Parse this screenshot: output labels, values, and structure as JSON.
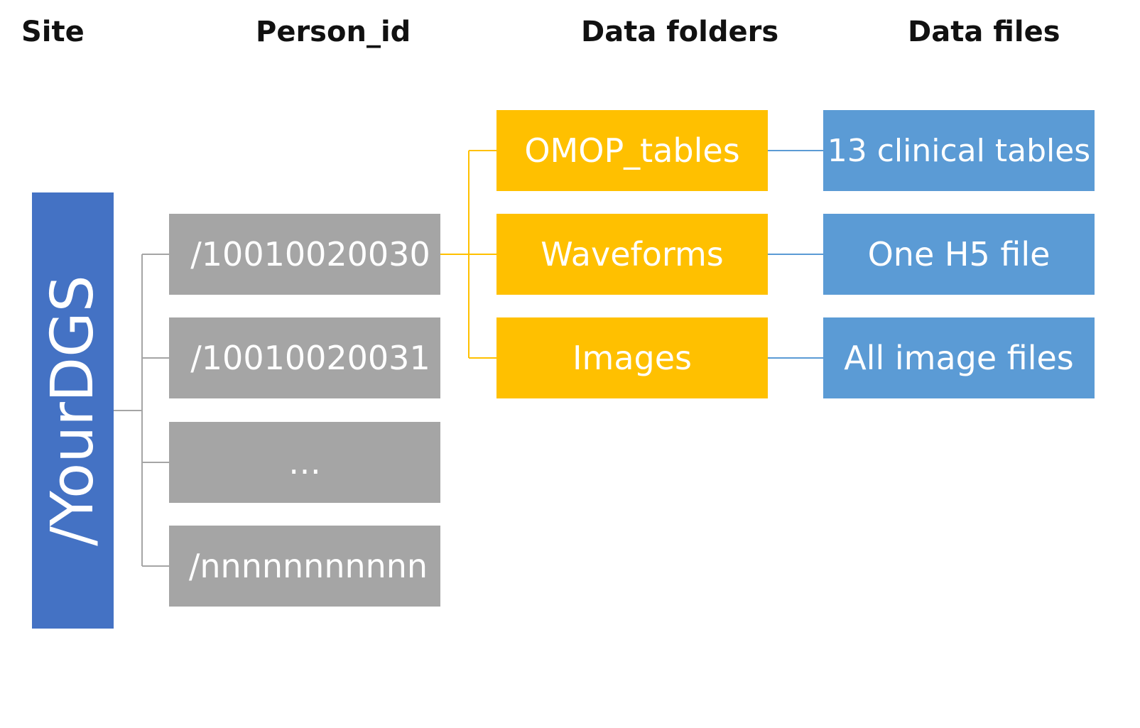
{
  "headers": {
    "site": "Site",
    "person_id": "Person_id",
    "data_folders": "Data folders",
    "data_files": "Data files"
  },
  "site": {
    "label": "/YourDGS"
  },
  "persons": [
    "/10010020030",
    "/10010020031",
    "…",
    "/nnnnnnnnnnn"
  ],
  "folders": [
    "OMOP_tables",
    "Waveforms",
    "Images"
  ],
  "files": [
    "13 clinical tables",
    "One H5 file",
    "All image files"
  ],
  "colors": {
    "site": "#4472C4",
    "person": "#A5A5A5",
    "folder": "#FFC000",
    "file": "#5B9BD5",
    "connector_site": "#A5A5A5",
    "connector_folder": "#FFC000",
    "connector_file": "#5B9BD5"
  }
}
